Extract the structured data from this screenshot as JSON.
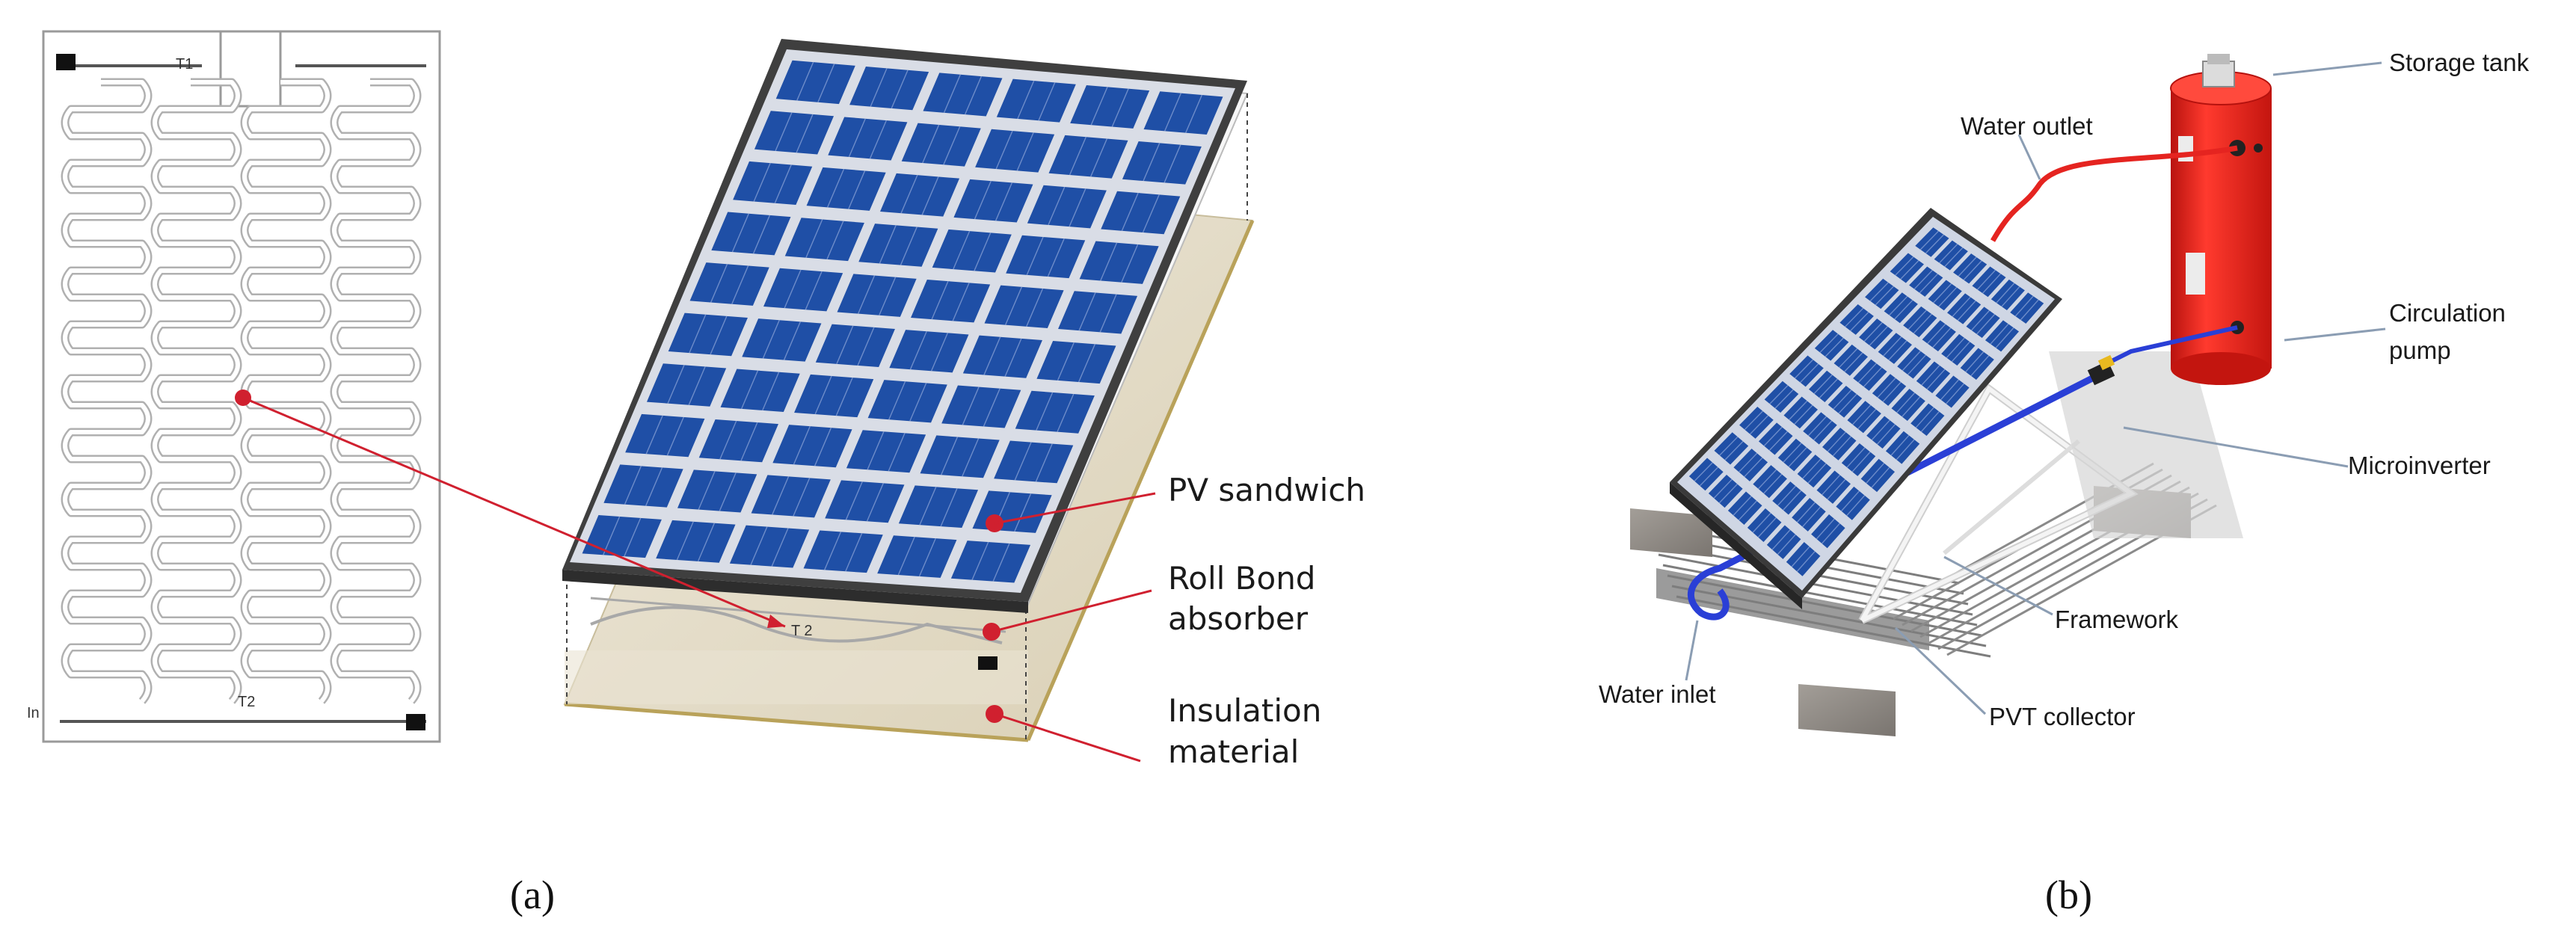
{
  "panel_a": {
    "caption": "(a)",
    "labels": {
      "pv_sandwich": "PV sandwich",
      "roll_bond_line1": "Roll Bond",
      "roll_bond_line2": "absorber",
      "insulation_line1": "Insulation",
      "insulation_line2": "material"
    },
    "absorber_marks": {
      "t1": "T1",
      "t2": "T2",
      "in": "In"
    },
    "sensor_marks": {
      "t2": "T 2"
    }
  },
  "panel_b": {
    "caption": "(b)",
    "labels": {
      "storage_tank": "Storage tank",
      "water_outlet": "Water outlet",
      "circulation_pump_line1": "Circulation",
      "circulation_pump_line2": "pump",
      "microinverter": "Microinverter",
      "framework": "Framework",
      "water_inlet": "Water inlet",
      "pvt_collector": "PVT collector"
    }
  },
  "colors": {
    "pv_cell": "#1f4fa6",
    "pv_cell_dark": "#163d86",
    "frame": "#4a4a4a",
    "leader_red": "#d0202f",
    "tank_red": "#e52420",
    "insulation_tan": "#e6dfc9",
    "insulation_edge": "#b9a25a",
    "leader_grey": "#8b9db3",
    "pipe_blue": "#2a3fd6"
  }
}
